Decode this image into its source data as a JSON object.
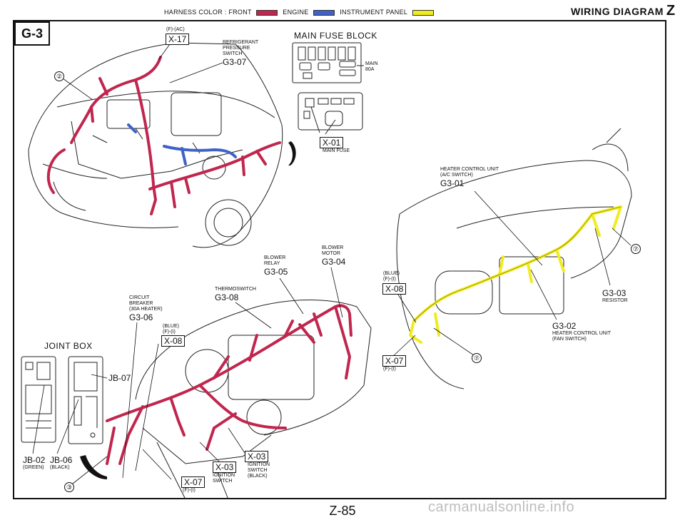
{
  "header": {
    "legend_prefix": "HARNESS COLOR : FRONT",
    "legend_engine": "ENGINE",
    "legend_instrument": "INSTRUMENT PANEL",
    "title": "WIRING DIAGRAM",
    "title_letter": "Z",
    "colors": {
      "front": "#c0264e",
      "engine": "#3e62c7",
      "instrument": "#f0ec1e"
    }
  },
  "sheet_id": "G-3",
  "top_left": {
    "x17_note": "(F)-(AC)",
    "x17": "X-17",
    "refrig_label": [
      "REFRIGERANT",
      "PRESSURE",
      "SWITCH"
    ],
    "refrig_code": "G3-07",
    "circle2": "②"
  },
  "fuse_block": {
    "title": "MAIN FUSE BLOCK",
    "main_label": [
      "MAIN",
      "80A"
    ],
    "x01": "X-01",
    "x01_label": "MAIN FUSE"
  },
  "right_panel": {
    "hcu_ac_label": [
      "HEATER CONTROL UNIT",
      "(A/C SWITCH)"
    ],
    "hcu_ac_code": "G3-01",
    "circle7": "⑦",
    "blue_note": [
      "(BLUE)",
      "(F)-(I)"
    ],
    "x08": "X-08",
    "resistor_code": "G3-03",
    "resistor_label": "RESISTOR",
    "hcu_fan_code": "G3-02",
    "hcu_fan_label": [
      "HEATER CONTROL UNIT",
      "(FAN SWITCH)"
    ],
    "circle7b": "⑦",
    "x07": "X-07",
    "x07_note": "(F)-(I)"
  },
  "center": {
    "blower_relay_label": [
      "BLOWER",
      "RELAY"
    ],
    "blower_relay_code": "G3-05",
    "blower_motor_label": [
      "BLOWER",
      "MOTOR"
    ],
    "blower_motor_code": "G3-04",
    "thermo_label": "THERMOSWITCH",
    "thermo_code": "G3-08",
    "breaker_label": [
      "CIRCUIT",
      "BREAKER",
      "(30A HEATER)"
    ],
    "breaker_code": "G3-06",
    "blue_note": [
      "(BLUE)",
      "(F)-(I)"
    ],
    "x08": "X-08"
  },
  "joint_box": {
    "title": "JOINT BOX",
    "jb07": "JB-07",
    "jb02": "JB-02",
    "jb02_color": "(GREEN)",
    "jb06": "JB-06",
    "jb06_color": "(BLACK)",
    "circle3": "③"
  },
  "bottom": {
    "x07": "X-07",
    "x07_note": "(F)-(I)",
    "x03a": "X-03",
    "x03a_label": [
      "IGNITION",
      "SWITCH"
    ],
    "x03b": "X-03",
    "x03b_label": [
      "IGNITION",
      "SWITCH",
      "(BLACK)"
    ]
  },
  "page_number": "Z-85",
  "watermark": "carmanualsonline.info"
}
